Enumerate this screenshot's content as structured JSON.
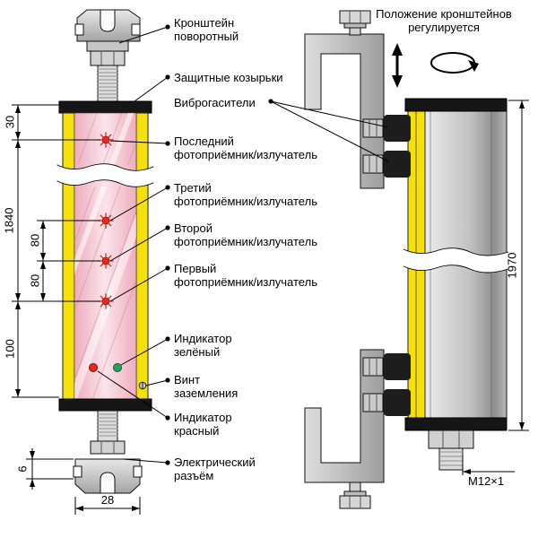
{
  "note": {
    "adjustable": "Положение кронштейнов\nрегулируется"
  },
  "callouts": {
    "bracket": "Кронштейн\nповоротный",
    "visors": "Защитные козырьки",
    "dampers": "Виброгасители",
    "receiver_last": "Последний\nфотоприёмник/излучатель",
    "receiver_third": "Третий\nфотоприёмник/излучатель",
    "receiver_second": "Второй\nфотоприёмник/излучатель",
    "receiver_first": "Первый\nфотоприёмник/излучатель",
    "indicator_green": "Индикатор\nзелёный",
    "ground_screw": "Винт\nзаземления",
    "indicator_red": "Индикатор\nкрасный",
    "connector": "Электрический\nразъём"
  },
  "dimensions": {
    "top_offset": "30",
    "beam_span": "1840",
    "beam_pitch_1": "80",
    "beam_pitch_2": "80",
    "bottom_offset": "100",
    "bracket_plate": "6",
    "body_width": "28",
    "overall_height": "1970",
    "connector_thread": "M12×1"
  },
  "colors": {
    "housing_yellow": "#f6e00a",
    "window_pink": "#f6ccd8",
    "beam_red": "#e8281e",
    "indicator_green": "#20a55a",
    "cap_black": "#161616",
    "metal_gray": "#c0c0c0"
  }
}
